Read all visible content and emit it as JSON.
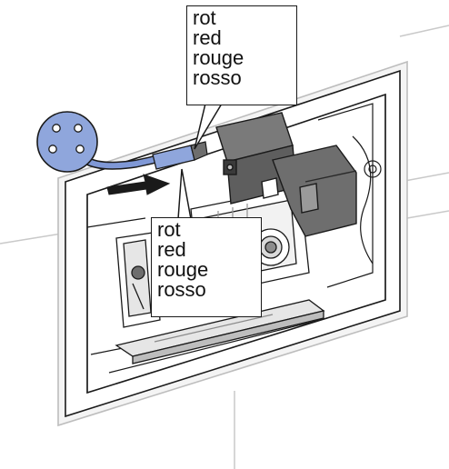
{
  "callouts": [
    {
      "lines": [
        "rot",
        "red",
        "rouge",
        "rosso"
      ]
    },
    {
      "lines": [
        "rot",
        "red",
        "rouge",
        "rosso"
      ]
    }
  ],
  "colors": {
    "connector_blue": "#8fa6dc",
    "cable_blue": "#7f98d6",
    "line": "#1a1a1a",
    "gray_body": "#6e6e6e",
    "light_gray": "#d9d9d9"
  },
  "icons": [
    "connector-plug-icon",
    "insertion-arrow-icon"
  ]
}
